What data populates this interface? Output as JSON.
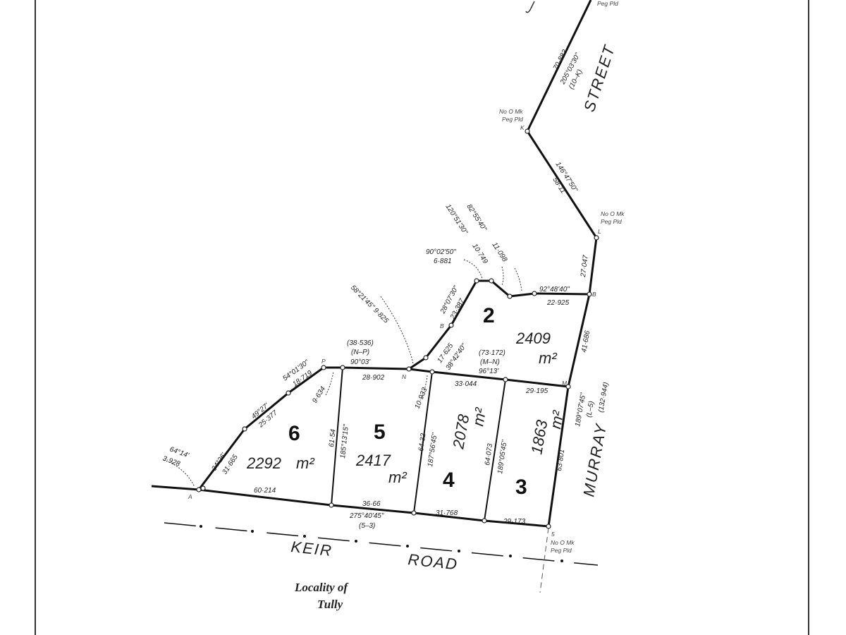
{
  "plan": {
    "roads": {
      "keir": "KEIR",
      "road": "ROAD",
      "street": "STREET",
      "murray": "MURRAY"
    },
    "locality": {
      "line1": "Locality of",
      "line2": "Tully"
    },
    "unit": "m²",
    "lots": [
      {
        "number": "2",
        "area": "2409"
      },
      {
        "number": "3",
        "area": "1863"
      },
      {
        "number": "4",
        "area": "2078"
      },
      {
        "number": "5",
        "area": "2417"
      },
      {
        "number": "6",
        "area": "2292"
      }
    ],
    "stations": {
      "A": "A",
      "P": "P",
      "N": "N",
      "M": "M",
      "B": "B",
      "L": "L",
      "K": "K",
      "S": "5",
      "BB": "B"
    },
    "marks": {
      "no_mark": "No O Mk",
      "peg": "Peg Pld"
    },
    "dims": {
      "top_dist": "70·883",
      "top_bearing": "205°03'30\"",
      "top_ref": "(10–K)",
      "kl_bearing": "146°47'50\"",
      "kl_dist": "58·11",
      "lb_dist": "27·047",
      "b_bearing": "92°48'40\"",
      "b_dist": "22·925",
      "arc1_bearing": "82°55'40\"",
      "arc1_dist": "11·098",
      "arc2_bearing": "120°51'30\"",
      "arc2_dist": "10·749",
      "arc3_bearing": "90°02'50\"",
      "arc3_dist": "6·881",
      "bn_bearing": "28°07'30\"",
      "bn_dist": "23·387",
      "n_dist": "17·625",
      "n_bearing": "38°42'40\"",
      "np_arrow": "58°21'45\" 9·825",
      "mn_total": "(73·172)",
      "mn_ref": "(M–N)",
      "mn_bearing": "96°13'",
      "np_total": "(38·536)",
      "np_ref": "(N–P)",
      "np_bearing": "90°03'",
      "bm_dist": "41·686",
      "ms_bearing": "189°07'45\"",
      "ms_ref": "(L–5)",
      "ms_total": "(132·944)",
      "m3_dist": "29·195",
      "lot3_e": "63·801",
      "lot3_s": "29·173",
      "lot4_n": "33·044",
      "lot34_dist": "64·073",
      "lot34_bearing": "189°05'45\"",
      "lot4_s": "31·768",
      "lot45_dist": "64·32",
      "lot45_bearing": "187°56'45\"",
      "n_arrow": "10·933",
      "lot5_n": "28·902",
      "lot5_s": "36·66",
      "road_bearing": "275°40'45\"",
      "road_ref": "(5–3)",
      "lot56_dist": "61·54",
      "lot56_bearing": "185°13'15\"",
      "p_arrow": "9·634",
      "p_bearing": "54°01'30\"",
      "p_dist": "18·719",
      "mid_bearing": "49°27'",
      "mid_dist": "25·377",
      "a_bearing": "34°26'",
      "a_dist": "31·665",
      "a_arrow_bearing": "64°14'",
      "a_arrow_dist": "3·928",
      "lot6_s": "60·214"
    }
  }
}
